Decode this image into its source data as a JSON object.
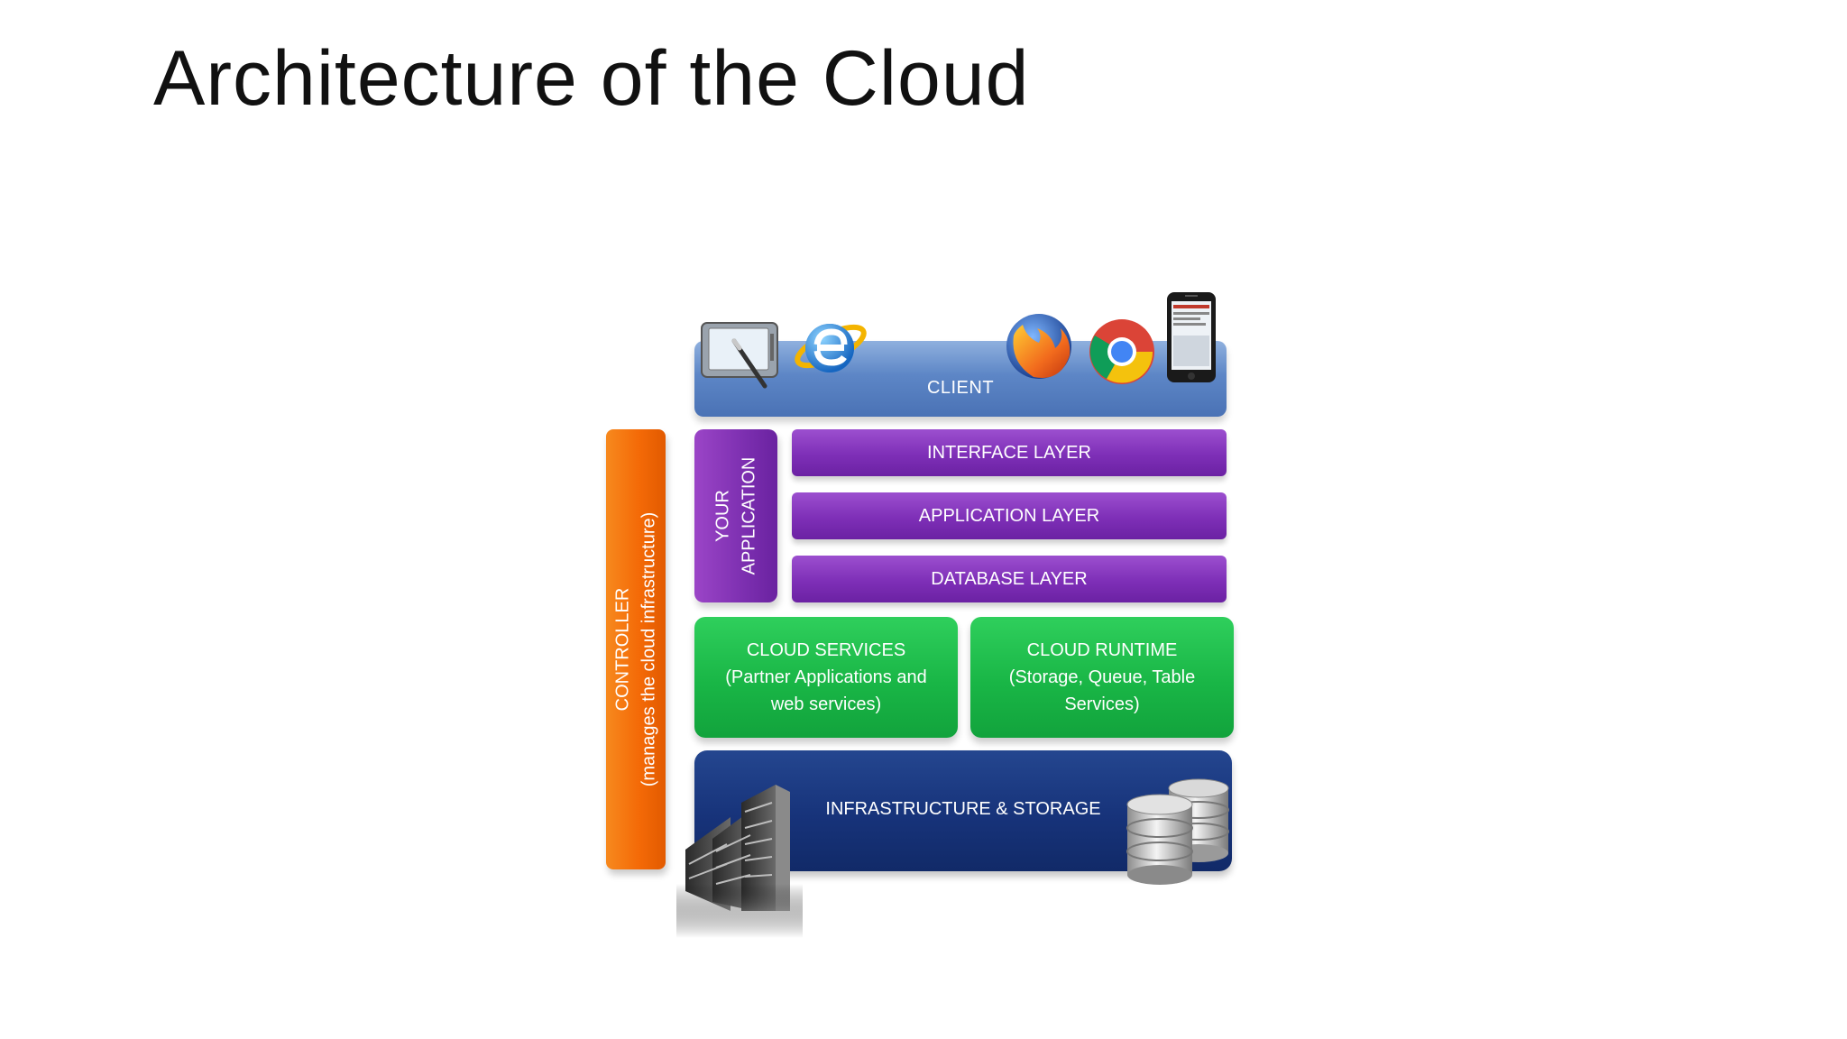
{
  "slide": {
    "title": "Architecture of the Cloud"
  },
  "diagram": {
    "client": {
      "label": "CLIENT"
    },
    "controller": {
      "line1": "CONTROLLER",
      "line2": "(manages the cloud infrastructure)"
    },
    "your_application": {
      "line1": "YOUR",
      "line2": "APPLICATION"
    },
    "layers": {
      "interface": "INTERFACE LAYER",
      "application": "APPLICATION LAYER",
      "database": "DATABASE LAYER"
    },
    "cloud_services": {
      "line1": "CLOUD SERVICES",
      "line2": "(Partner Applications and",
      "line3": "web services)"
    },
    "cloud_runtime": {
      "line1": "CLOUD RUNTIME",
      "line2": "(Storage, Queue, Table",
      "line3": "Services)"
    },
    "infrastructure": {
      "label": "INFRASTRUCTURE & STORAGE"
    }
  },
  "icons": [
    "tablet-pen-icon",
    "internet-explorer-icon",
    "firefox-icon",
    "chrome-icon",
    "smartphone-icon",
    "server-rack-icon",
    "database-icon"
  ],
  "colors": {
    "client": "#5d86c6",
    "controller": "#f46a07",
    "application": "#7e2fb7",
    "cloud_green": "#19b646",
    "infrastructure": "#17337a"
  }
}
